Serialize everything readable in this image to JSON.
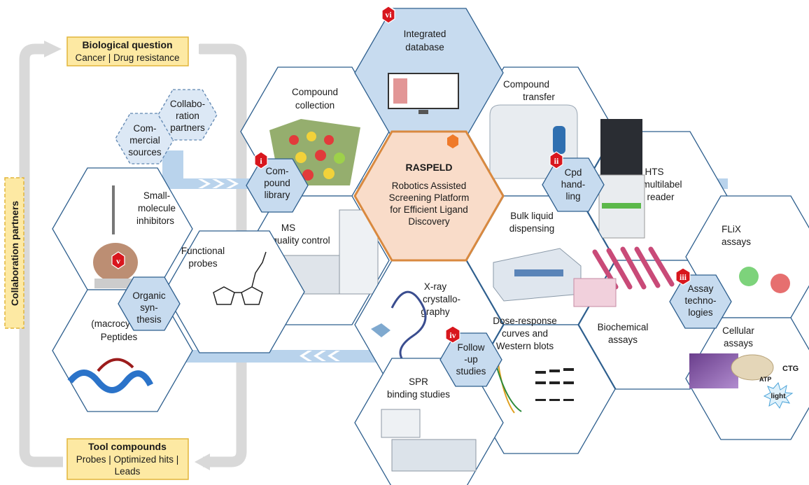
{
  "biological_question": {
    "title": "Biological question",
    "subtitle": "Cancer | Drug resistance"
  },
  "tool_compounds": {
    "title": "Tool compounds",
    "line1": "Probes | Optimized hits |",
    "line2": "Leads"
  },
  "collaboration_partners": "Collaboration partners",
  "center": {
    "title": "RASPELD",
    "line1": "Robotics Assisted",
    "line2": "Screening Platform",
    "line3": "for Efficient Ligand",
    "line4": "Discovery"
  },
  "modules": {
    "compound_library": {
      "badge": "i",
      "line1": "Com-",
      "line2": "pound",
      "line3": "library"
    },
    "cpd_handling": {
      "badge": "ii",
      "line1": "Cpd",
      "line2": "hand-",
      "line3": "ling"
    },
    "assay_technologies": {
      "badge": "iii",
      "line1": "Assay",
      "line2": "techno-",
      "line3": "logies"
    },
    "follow_up_studies": {
      "badge": "iv",
      "line1": "Follow",
      "line2": "-up",
      "line3": "studies"
    },
    "organic_synthesis": {
      "badge": "v",
      "line1": "Organic",
      "line2": "syn-",
      "line3": "thesis"
    },
    "integrated_database": {
      "badge": "vi",
      "line1": "Integrated",
      "line2": "database"
    }
  },
  "sources": {
    "commercial": {
      "line1": "Com-",
      "line2": "mercial",
      "line3": "sources"
    },
    "collaboration": {
      "line1": "Collabo-",
      "line2": "ration",
      "line3": "partners"
    }
  },
  "tiles": {
    "compound_collection": {
      "line1": "Compound",
      "line2": "collection"
    },
    "compound_transfer": {
      "line1": "Compound",
      "line2": "transfer"
    },
    "hts_reader": {
      "line1": "HTS",
      "line2": "multilabel",
      "line3": "reader"
    },
    "bulk_liquid": {
      "line1": "Bulk liquid",
      "line2": "dispensing"
    },
    "ms_qc": {
      "line1": "MS",
      "line2": "quality control"
    },
    "small_molecule": {
      "line1": "Small-",
      "line2": "molecule",
      "line3": "inhibitors"
    },
    "functional_probes": {
      "line1": "Functional",
      "line2": "probes"
    },
    "macrocyclic_peptides": {
      "line1": "(macrocyclic)",
      "line2": "Peptides"
    },
    "xray": {
      "line1": "X-ray",
      "line2": "crystallo-",
      "line3": "graphy"
    },
    "dose_response": {
      "line1": "Dose-response",
      "line2": "curves and",
      "line3": "Western blots"
    },
    "biochemical": {
      "line1": "Biochemical",
      "line2": "assays"
    },
    "flix": {
      "line1": "FLiX",
      "line2": "assays"
    },
    "cellular": {
      "line1": "Cellular",
      "line2": "assays"
    },
    "spr": {
      "line1": "SPR",
      "line2": "binding studies"
    }
  },
  "image_labels": {
    "ctg": "CTG",
    "atp": "ATP",
    "light": "light"
  },
  "colors": {
    "module_blue": "#c7dbef",
    "outline": "#2e5f8e",
    "center_fill": "#f9dcc9",
    "center_stroke": "#d9893f",
    "badge_red": "#d8161d",
    "yellow_box": "#fde9a3"
  }
}
